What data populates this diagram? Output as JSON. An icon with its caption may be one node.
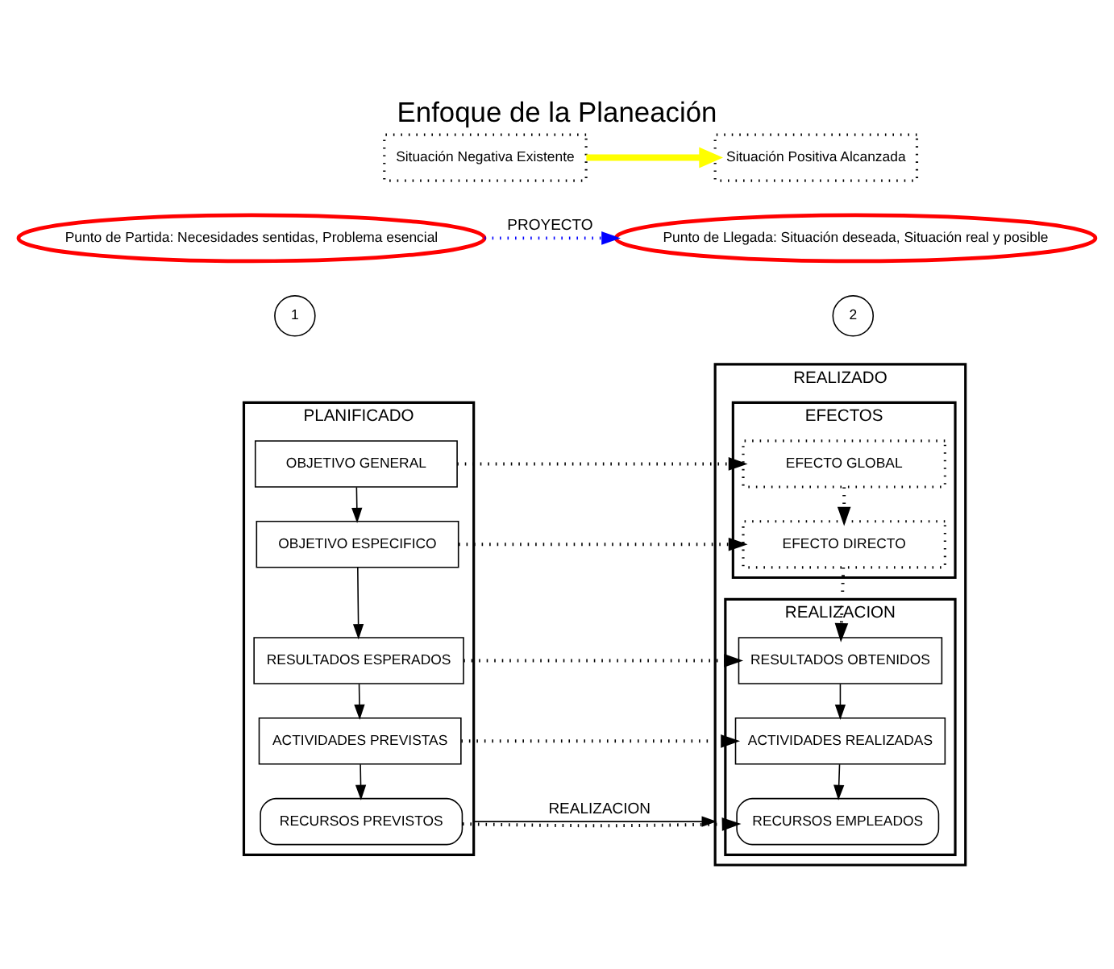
{
  "diagram": {
    "title": "Enfoque de la Planeación",
    "nodes": [
      {
        "text": [
          "Situación Negativa Existente"
        ]
      },
      {
        "text": [
          "Situación Positiva Alcanzada"
        ]
      },
      {
        "text": [
          "Punto de Partida: Necesidades sentidas, Problema esencial"
        ]
      },
      {
        "text": [
          "Punto de Llegada: Situación deseada, Situación real y posible"
        ]
      },
      {
        "text": [
          "1"
        ]
      },
      {
        "text": [
          "2"
        ]
      },
      {
        "text": [
          "PLANIFICADO"
        ]
      },
      {
        "text": [
          "OBJETIVO GENERAL"
        ],
        "in": 6
      },
      {
        "text": [
          "OBJETIVO ESPECIFICO"
        ],
        "in": 6
      },
      {
        "text": [
          "RESULTADOS ESPERADOS"
        ],
        "in": 6
      },
      {
        "text": [
          "ACTIVIDADES PREVISTAS"
        ],
        "in": 6
      },
      {
        "text": [
          "RECURSOS PREVISTOS"
        ],
        "in": 6
      },
      {
        "text": [
          "REALIZADO"
        ]
      },
      {
        "text": [
          "EFECTOS"
        ],
        "in": 12
      },
      {
        "text": [
          "EFECTO GLOBAL"
        ],
        "in": 13
      },
      {
        "text": [
          "EFECTO DIRECTO"
        ],
        "in": 13
      },
      {
        "text": [
          "REALIZACION"
        ],
        "in": 12
      },
      {
        "text": [
          "RESULTADOS OBTENIDOS"
        ],
        "in": 16
      },
      {
        "text": [
          "ACTIVIDADES REALIZADAS"
        ],
        "in": 16
      },
      {
        "text": [
          "RECURSOS EMPLEADOS"
        ],
        "in": 16
      }
    ],
    "edges": [
      {
        "from": 0,
        "to": 1,
        "arrow": "to",
        "style": "thick",
        "color": "#ffff00"
      },
      {
        "from": 2,
        "to": 3,
        "arrow": "to",
        "label": "PROYECTO",
        "style": "dashed",
        "color": "#0000ff"
      },
      {
        "from": 7,
        "to": 8,
        "arrow": "to"
      },
      {
        "from": 8,
        "to": 9,
        "arrow": "to"
      },
      {
        "from": 9,
        "to": 10,
        "arrow": "to"
      },
      {
        "from": 10,
        "to": 11,
        "arrow": "to"
      },
      {
        "from": 14,
        "to": 15,
        "arrow": "to",
        "style": "dashed"
      },
      {
        "from": 15,
        "to": 17,
        "arrow": "to",
        "style": "dashed"
      },
      {
        "from": 17,
        "to": 18,
        "arrow": "to"
      },
      {
        "from": 18,
        "to": 19,
        "arrow": "to"
      },
      {
        "from": 7,
        "to": 14,
        "arrow": "to",
        "style": "dashed"
      },
      {
        "from": 8,
        "to": 15,
        "arrow": "to",
        "style": "dashed"
      },
      {
        "from": 9,
        "to": 17,
        "arrow": "to",
        "style": "dashed"
      },
      {
        "from": 10,
        "to": 18,
        "arrow": "to",
        "style": "dashed"
      },
      {
        "from": 11,
        "to": 19,
        "arrow": "to",
        "style": "dashed"
      },
      {
        "from": 6,
        "to": 12,
        "arrow": "to",
        "label": "REALIZACION"
      }
    ]
  }
}
